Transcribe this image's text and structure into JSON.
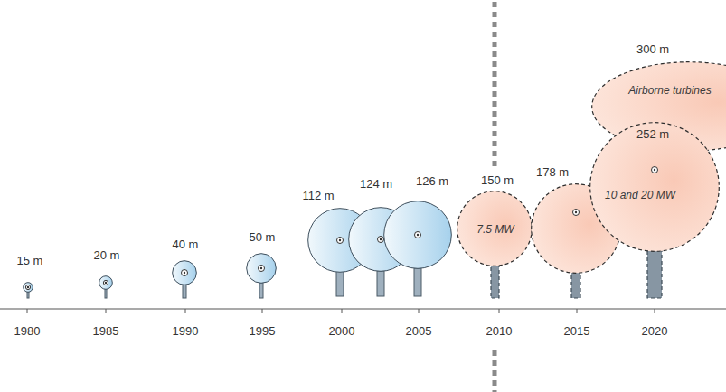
{
  "diagram": {
    "nodes": [
      {
        "text": [
          "15 m"
        ]
      },
      {
        "text": [
          "20 m"
        ]
      },
      {
        "text": [
          "40 m"
        ]
      },
      {
        "text": [
          "50 m"
        ]
      },
      {
        "text": [
          "112 m"
        ]
      },
      {
        "text": [
          "124 m"
        ]
      },
      {
        "text": [
          "126 m"
        ]
      },
      {
        "text": [
          "150 m",
          "7.5 MW"
        ]
      },
      {
        "text": [
          "178 m"
        ]
      },
      {
        "text": [
          "252 m",
          "10 and 20 MW"
        ]
      },
      {
        "text": [
          "300 m",
          "Airborne turbines"
        ]
      }
    ],
    "labels": [
      "1980",
      "1985",
      "1990",
      "1995",
      "2000",
      "2005",
      "2010",
      "2015",
      "2020"
    ]
  }
}
